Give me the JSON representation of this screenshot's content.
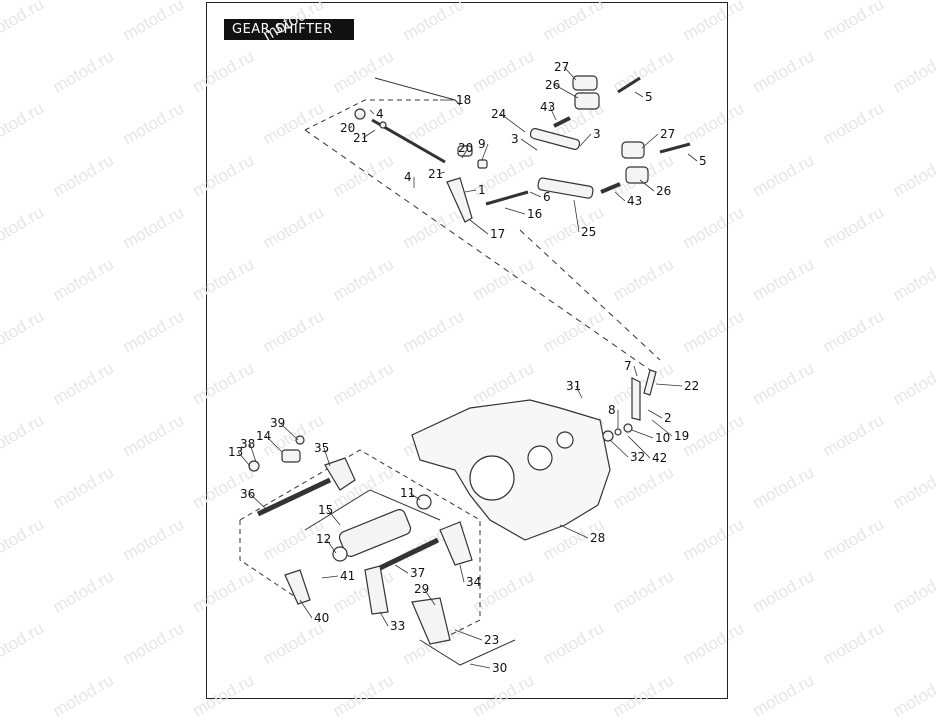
{
  "title": "GEAR SHIFTER",
  "watermark": "motod.ru",
  "colors": {
    "frame": "#222222",
    "title_bg": "#111111",
    "title_text": "#ffffff",
    "line": "#333333",
    "part_fill": "#f4f4f4"
  },
  "callouts": [
    "1",
    "2",
    "3",
    "4",
    "5",
    "6",
    "7",
    "8",
    "9",
    "10",
    "11",
    "12",
    "13",
    "14",
    "15",
    "16",
    "17",
    "18",
    "19",
    "20",
    "21",
    "22",
    "23",
    "24",
    "25",
    "26",
    "27",
    "28",
    "29",
    "30",
    "31",
    "32",
    "33",
    "34",
    "35",
    "36",
    "37",
    "38",
    "39",
    "40",
    "41",
    "42",
    "43"
  ]
}
